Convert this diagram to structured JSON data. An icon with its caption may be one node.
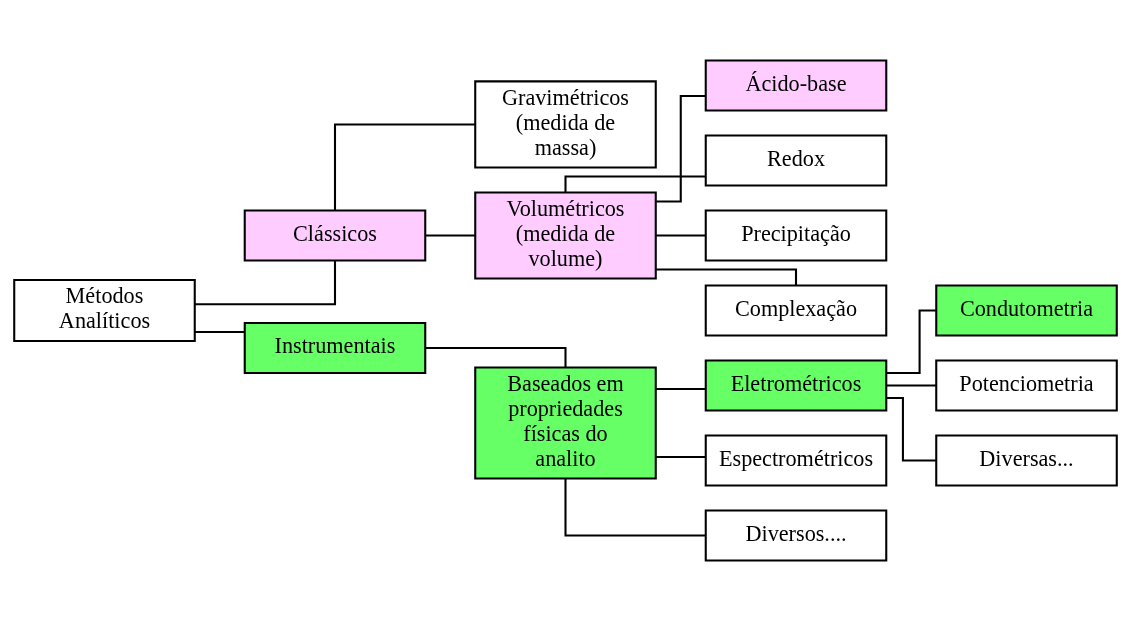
{
  "diagram": {
    "nodes": [
      {
        "text": [
          "Métodos Analíticos"
        ]
      },
      {
        "text": [
          "Clássicos"
        ]
      },
      {
        "text": [
          "Instrumentais"
        ]
      },
      {
        "text": [
          "Gravimétricos (medida de massa)"
        ]
      },
      {
        "text": [
          "Volumétricos (medida de volume)"
        ]
      },
      {
        "text": [
          "Ácido-base"
        ]
      },
      {
        "text": [
          "Redox"
        ]
      },
      {
        "text": [
          "Precipitação"
        ]
      },
      {
        "text": [
          "Complexação"
        ]
      },
      {
        "text": [
          "Baseados em propriedades físicas do analito"
        ]
      },
      {
        "text": [
          "Eletrométricos"
        ]
      },
      {
        "text": [
          "Espectrométricos"
        ]
      },
      {
        "text": [
          "Diversos...."
        ]
      },
      {
        "text": [
          "Condutometria"
        ]
      },
      {
        "text": [
          "Potenciometria"
        ]
      },
      {
        "text": [
          "Diversas..."
        ]
      }
    ],
    "edges": [
      {
        "from": 0,
        "to": 1,
        "arrow": "none"
      },
      {
        "from": 0,
        "to": 2,
        "arrow": "none"
      },
      {
        "from": 1,
        "to": 3,
        "arrow": "none"
      },
      {
        "from": 1,
        "to": 4,
        "arrow": "none"
      },
      {
        "from": 4,
        "to": 5,
        "arrow": "none"
      },
      {
        "from": 4,
        "to": 6,
        "arrow": "none"
      },
      {
        "from": 4,
        "to": 7,
        "arrow": "none"
      },
      {
        "from": 4,
        "to": 8,
        "arrow": "none"
      },
      {
        "from": 2,
        "to": 9,
        "arrow": "none"
      },
      {
        "from": 9,
        "to": 10,
        "arrow": "none"
      },
      {
        "from": 9,
        "to": 11,
        "arrow": "none"
      },
      {
        "from": 9,
        "to": 12,
        "arrow": "none"
      },
      {
        "from": 10,
        "to": 13,
        "arrow": "none"
      },
      {
        "from": 10,
        "to": 14,
        "arrow": "none"
      },
      {
        "from": 10,
        "to": 15,
        "arrow": "none"
      }
    ]
  }
}
